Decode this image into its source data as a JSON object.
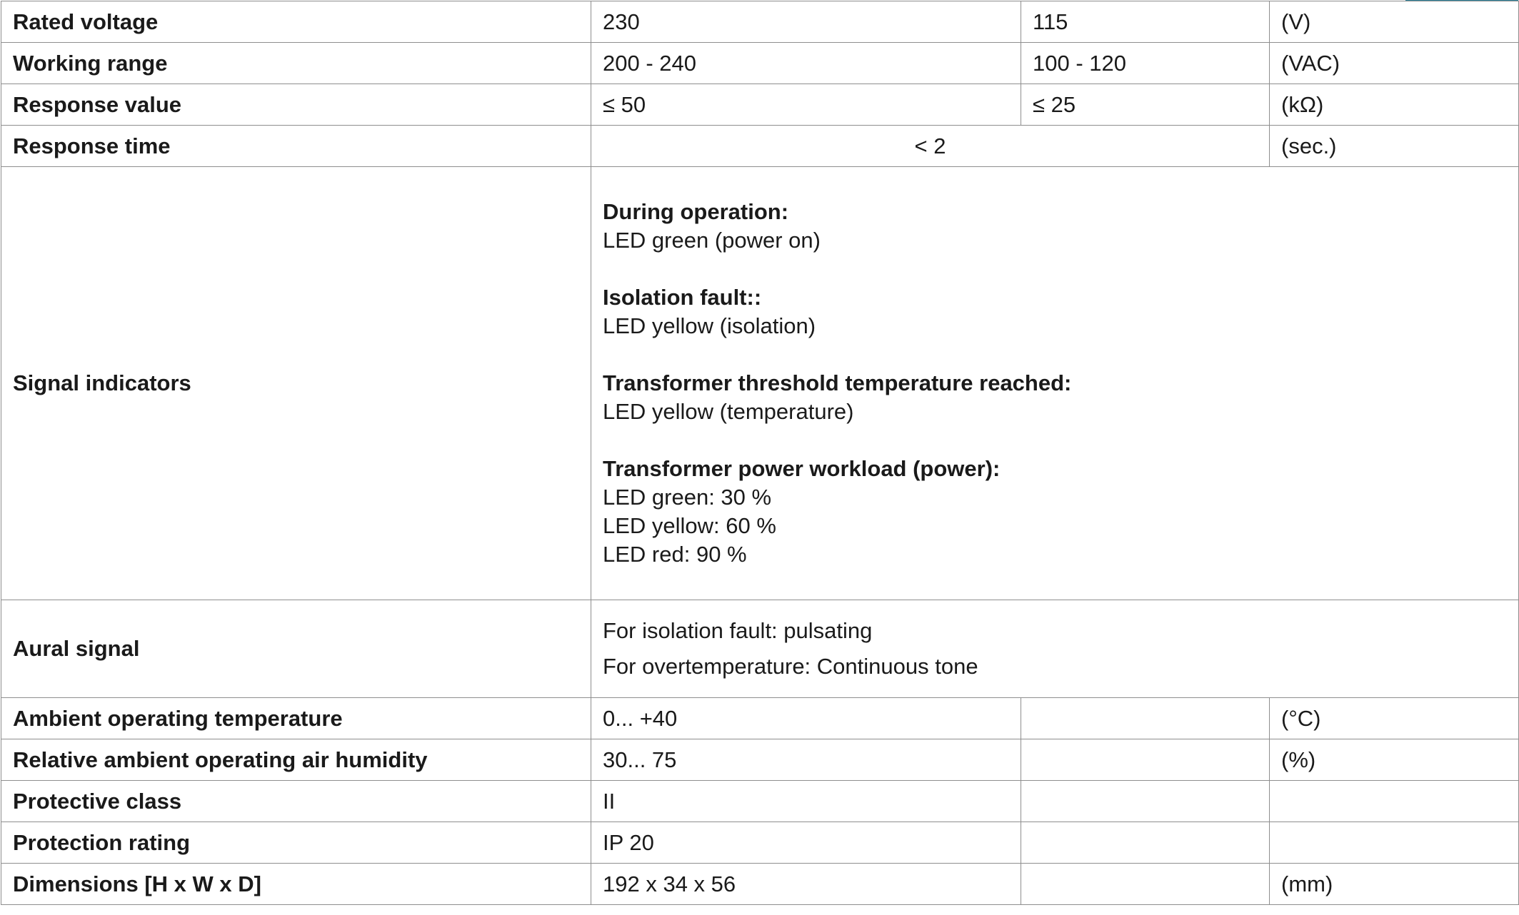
{
  "rows_top": [
    {
      "label": "Rated voltage",
      "v230": "230",
      "v115": "115",
      "unit": "(V)"
    },
    {
      "label": "Working range",
      "v230": "200 - 240",
      "v115": "100 - 120",
      "unit": "(VAC)"
    },
    {
      "label": "Response value",
      "v230": "≤ 50",
      "v115": "≤ 25",
      "unit": "(kΩ)"
    }
  ],
  "response_time": {
    "label": "Response time",
    "value": "< 2",
    "unit": "(sec.)"
  },
  "signal_indicators": {
    "label": "Signal indicators",
    "groups": [
      {
        "title": "During operation:",
        "lines": [
          "LED green (power on)"
        ]
      },
      {
        "title": "Isolation fault::",
        "lines": [
          "LED yellow (isolation)"
        ]
      },
      {
        "title": "Transformer threshold temperature reached:",
        "lines": [
          "LED yellow (temperature)"
        ]
      },
      {
        "title": "Transformer power workload (power):",
        "lines": [
          "LED green: 30 %",
          "LED yellow: 60 %",
          "LED red: 90 %"
        ]
      }
    ]
  },
  "aural_signal": {
    "label": "Aural signal",
    "lines": [
      "For isolation fault: pulsating",
      "For overtemperature: Continuous tone"
    ]
  },
  "rows_bottom": [
    {
      "label": "Ambient operating temperature",
      "value": "0... +40",
      "unit": "(°C)"
    },
    {
      "label": "Relative ambient operating air humidity",
      "value": "30... 75",
      "unit": "(%)"
    },
    {
      "label": "Protective class",
      "value": "II",
      "unit": ""
    },
    {
      "label": "Protection rating",
      "value": "IP 20",
      "unit": ""
    },
    {
      "label": "Dimensions [H x W x D]",
      "value": "192 x 34 x 56",
      "unit": "(mm)"
    }
  ],
  "colors": {
    "border": "#8e8e8e",
    "accent": "#2a7f96",
    "text": "#1a1a1a"
  }
}
